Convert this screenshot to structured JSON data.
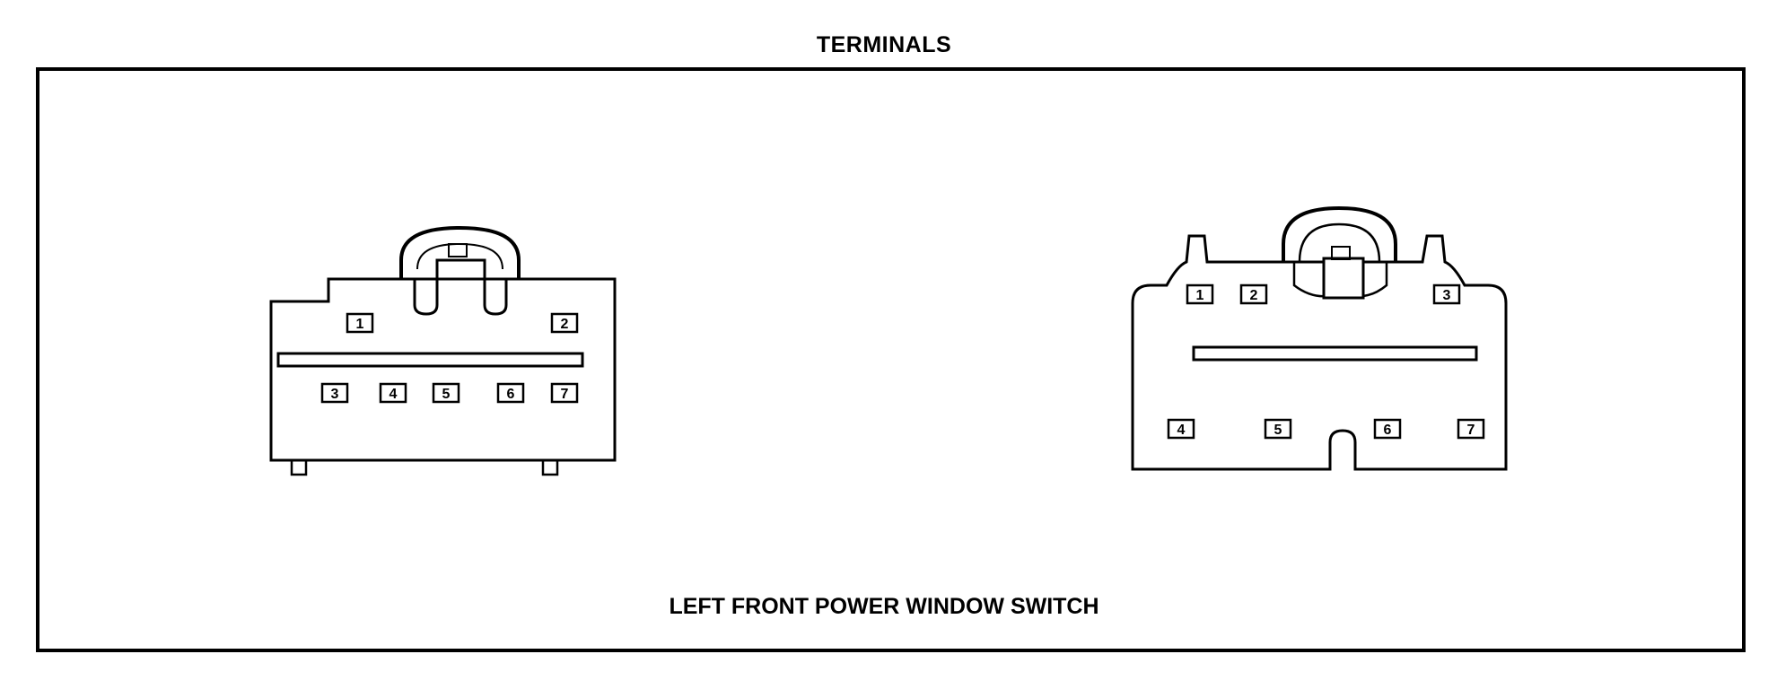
{
  "header": {
    "title": "TERMINALS"
  },
  "caption": {
    "text": "LEFT FRONT POWER WINDOW SWITCH"
  },
  "connector_left": {
    "pins": [
      "1",
      "2",
      "3",
      "4",
      "5",
      "6",
      "7"
    ]
  },
  "connector_right": {
    "pins": [
      "1",
      "2",
      "3",
      "4",
      "5",
      "6",
      "7"
    ]
  }
}
